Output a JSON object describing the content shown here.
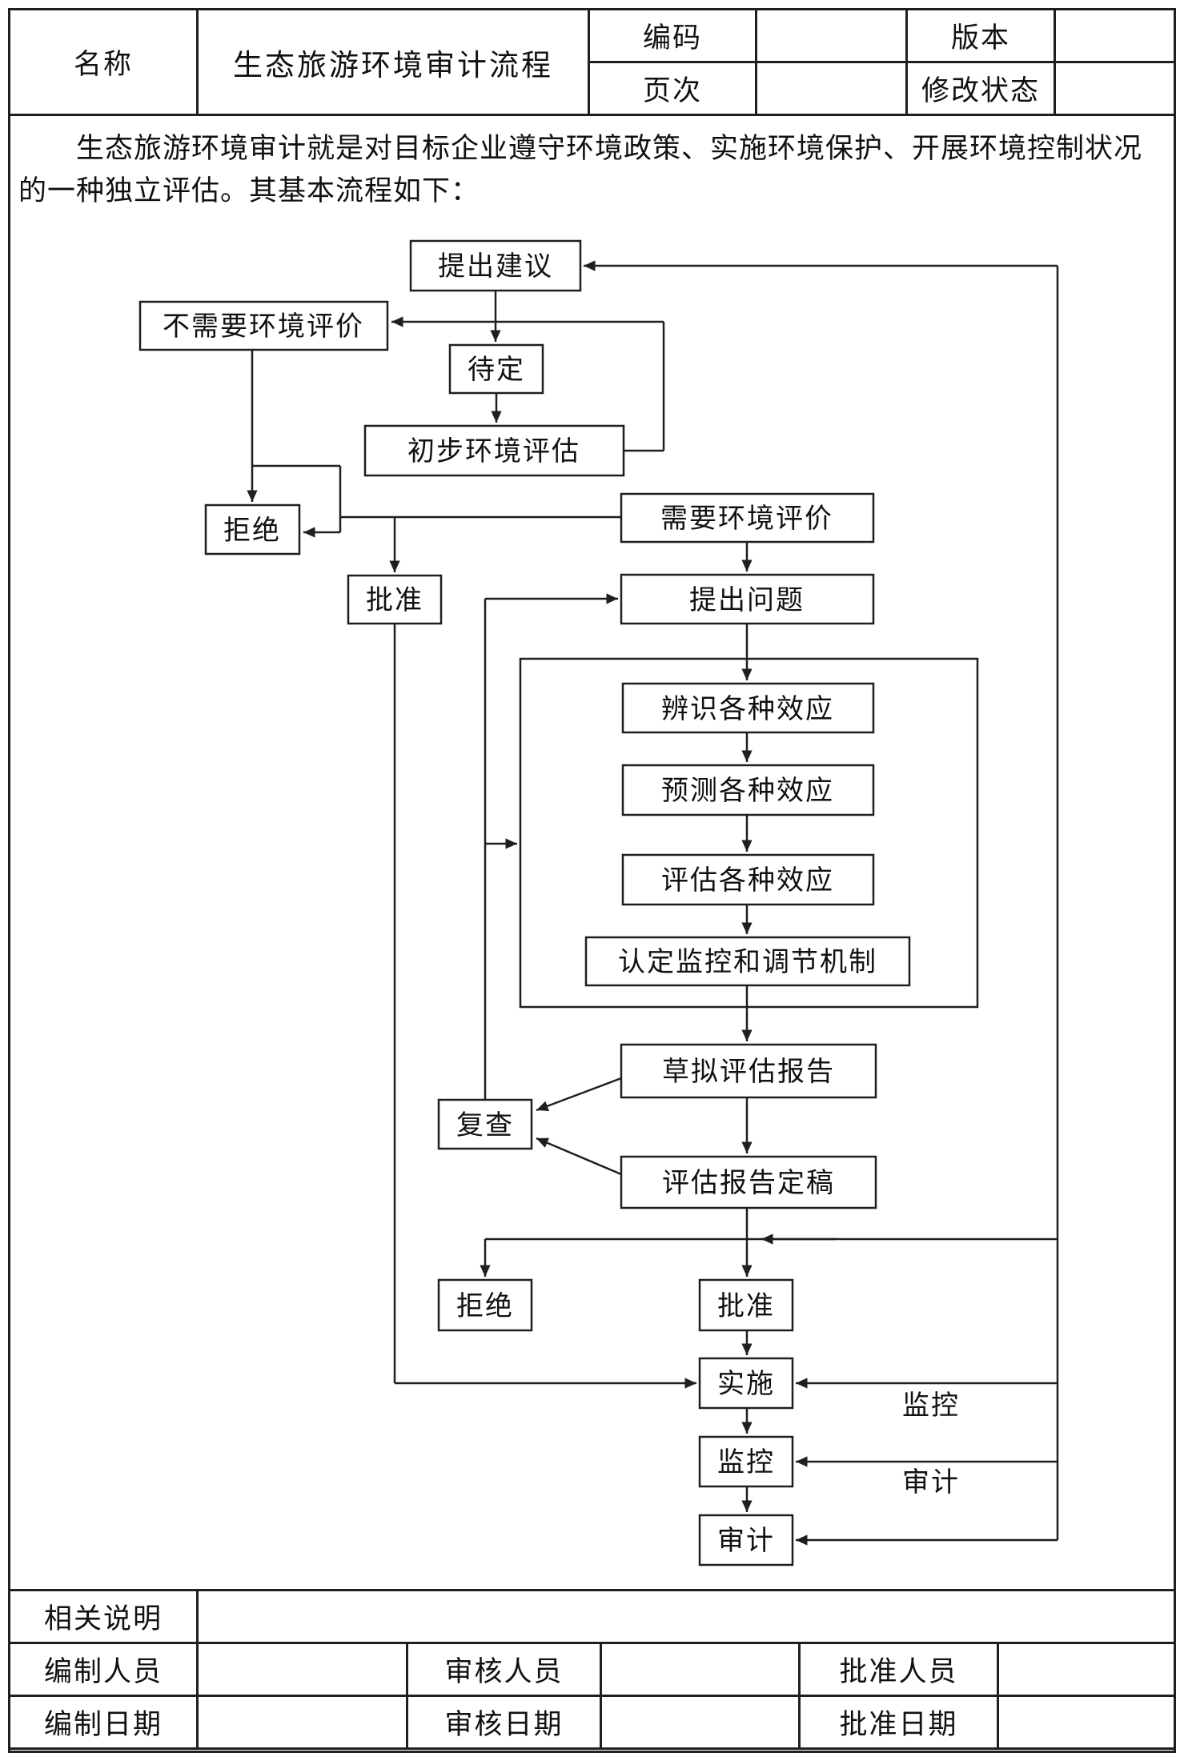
{
  "header": {
    "name_label": "名称",
    "title": "生态旅游环境审计流程",
    "code_label": "编码",
    "page_label": "页次",
    "version_label": "版本",
    "revision_label": "修改状态"
  },
  "intro": {
    "line1": "生态旅游环境审计就是对目标企业遵守环境政策、实施环境保护、开展环境控制状况",
    "line2": "的一种独立评估。其基本流程如下："
  },
  "flowchart": {
    "nodes": {
      "propose": "提出建议",
      "no_eia": "不需要环境评价",
      "pending": "待定",
      "prelim": "初步环境评估",
      "reject1": "拒绝",
      "need_eia": "需要环境评价",
      "approve1": "批准",
      "raise_issues": "提出问题",
      "identify": "辨识各种效应",
      "predict": "预测各种效应",
      "evaluate": "评估各种效应",
      "mechanism": "认定监控和调节机制",
      "draft": "草拟评估报告",
      "review": "复查",
      "final": "评估报告定稿",
      "reject2": "拒绝",
      "approve2": "批准",
      "implement": "实施",
      "monitor": "监控",
      "audit": "审计"
    },
    "side_labels": {
      "monitor": "监控",
      "audit": "审计"
    }
  },
  "footer": {
    "notes_label": "相关说明",
    "prepared_by": "编制人员",
    "reviewed_by": "审核人员",
    "approved_by": "批准人员",
    "prepared_date": "编制日期",
    "reviewed_date": "审核日期",
    "approved_date": "批准日期"
  },
  "colors": {
    "line": "#1f1f1f",
    "text": "#111111",
    "bg": "#ffffff"
  }
}
